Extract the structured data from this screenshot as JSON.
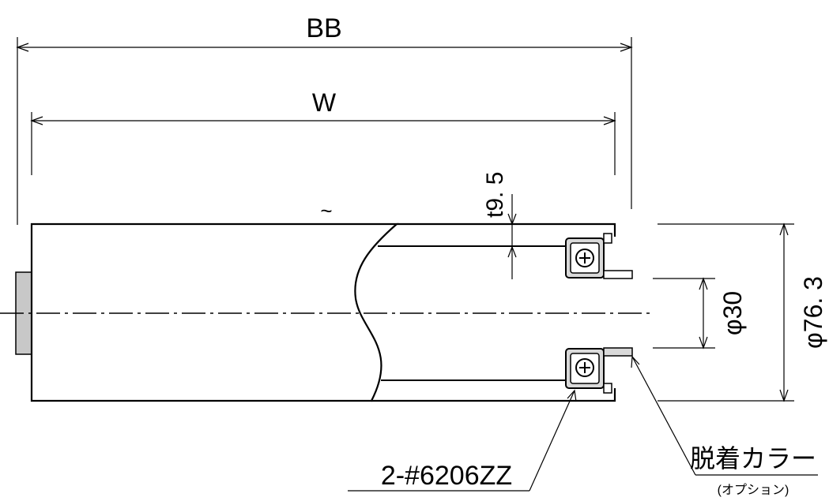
{
  "dimensions": {
    "overall_width": "BB",
    "roller_width": "W",
    "wall_thickness": "t9. 5",
    "shaft_diameter": "φ30",
    "tube_diameter": "φ76. 3",
    "break_mark": "~"
  },
  "callouts": {
    "bearing": "2-#6206ZZ",
    "collar": "脱着カラー",
    "collar_note": "(オプション)"
  },
  "colors": {
    "line": "#000000",
    "shaft_fill": "#c8c8c8",
    "bearing_fill": "#d9d9d9"
  }
}
